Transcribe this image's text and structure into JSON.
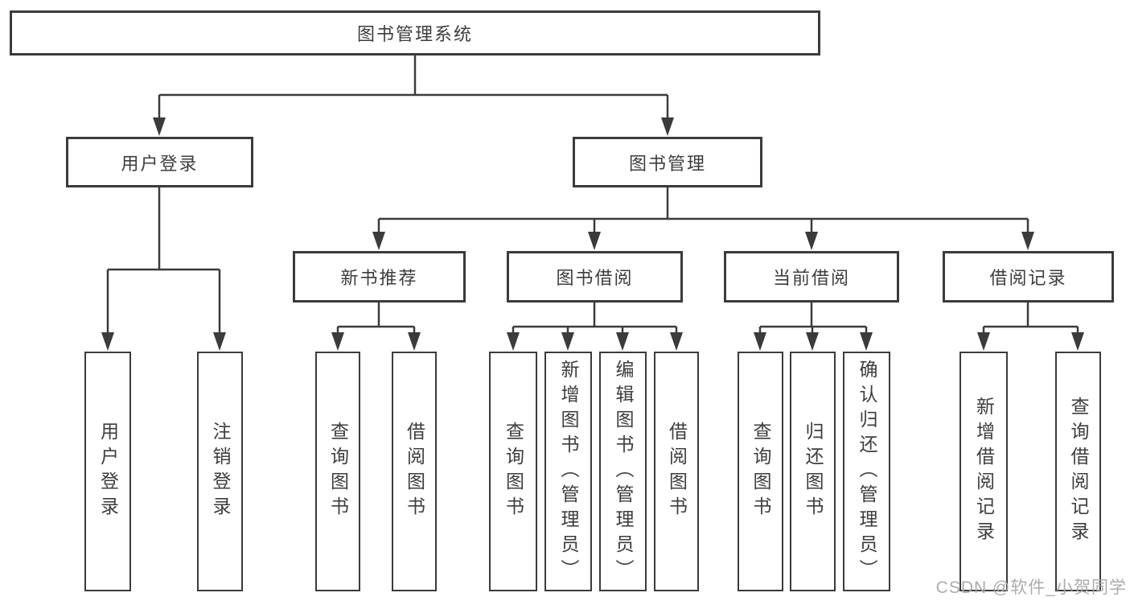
{
  "diagram_title": "图书管理系统",
  "watermark": "CSDN @软件_小贺同学",
  "colors": {
    "line": "#3b3b3b",
    "text": "#3d3d3d",
    "background": "#ffffff",
    "watermark": "#a8a8a8"
  },
  "nodes": {
    "root": {
      "label": "图书管理系统"
    },
    "level2": [
      {
        "label": "用户登录"
      },
      {
        "label": "图书管理"
      }
    ],
    "level3": [
      {
        "label": "新书推荐"
      },
      {
        "label": "图书借阅"
      },
      {
        "label": "当前借阅"
      },
      {
        "label": "借阅记录"
      }
    ],
    "leaves": {
      "user_login": [
        "用户登录",
        "注销登录"
      ],
      "new_book": [
        "查询图书",
        "借阅图书"
      ],
      "book_borrow": [
        "查询图书",
        "新增图书（管理员）",
        "编辑图书（管理员）",
        "借阅图书"
      ],
      "current_borrow": [
        "查询图书",
        "归还图书",
        "确认归还（管理员）"
      ],
      "borrow_records": [
        "新增借阅记录",
        "查询借阅记录"
      ]
    }
  }
}
